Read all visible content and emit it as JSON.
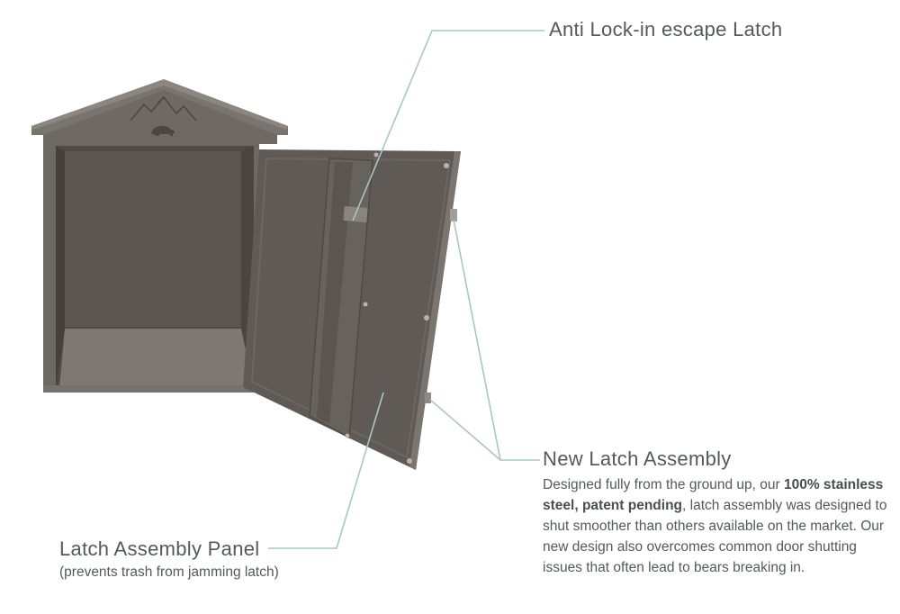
{
  "callouts": {
    "anti_lock": {
      "title": "Anti Lock-in escape Latch"
    },
    "new_latch": {
      "title": "New Latch Assembly",
      "desc_before": "Designed fully from the ground up, our ",
      "desc_bold": "100% stainless steel, patent pending",
      "desc_after": ", latch assembly was designed to shut smoother than others available on the market. Our new design also overcomes common door shutting issues that often lead to bears breaking in."
    },
    "panel": {
      "title": "Latch Assembly Panel",
      "subtitle": "(prevents trash from jamming latch)"
    }
  },
  "colors": {
    "leader_line": "#a9c6c6",
    "box_body": "#6e6862",
    "box_interior": "#55504c",
    "door": "#5f5a55",
    "text": "#55585c"
  },
  "icons": {
    "emblem": "mountain-bear-emblem-icon"
  }
}
